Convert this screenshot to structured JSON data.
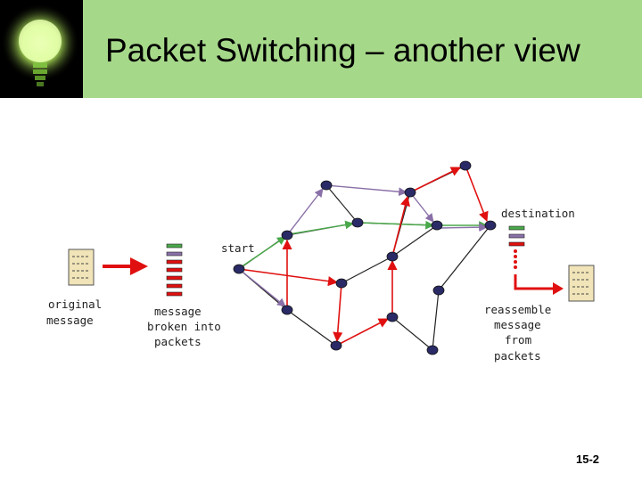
{
  "slide": {
    "title": "Packet Switching – another view",
    "number": "15-2"
  },
  "labels": {
    "original": [
      "original",
      "message"
    ],
    "broken": [
      "message",
      "broken into",
      "packets"
    ],
    "start": "start",
    "destination": "destination",
    "reassemble": [
      "reassemble",
      "message",
      "from",
      "packets"
    ]
  },
  "icons": [
    "light-bulb-icon",
    "document-icon",
    "packet-stack-icon",
    "router-node-icon"
  ],
  "colors": {
    "header_green": "#a6d88a",
    "bulb_panel": "#000000",
    "red_path": "#e01010",
    "green_path": "#4aa84a",
    "purple_path": "#8a70a8",
    "black_link": "#222222",
    "node": "#2a2a66"
  }
}
